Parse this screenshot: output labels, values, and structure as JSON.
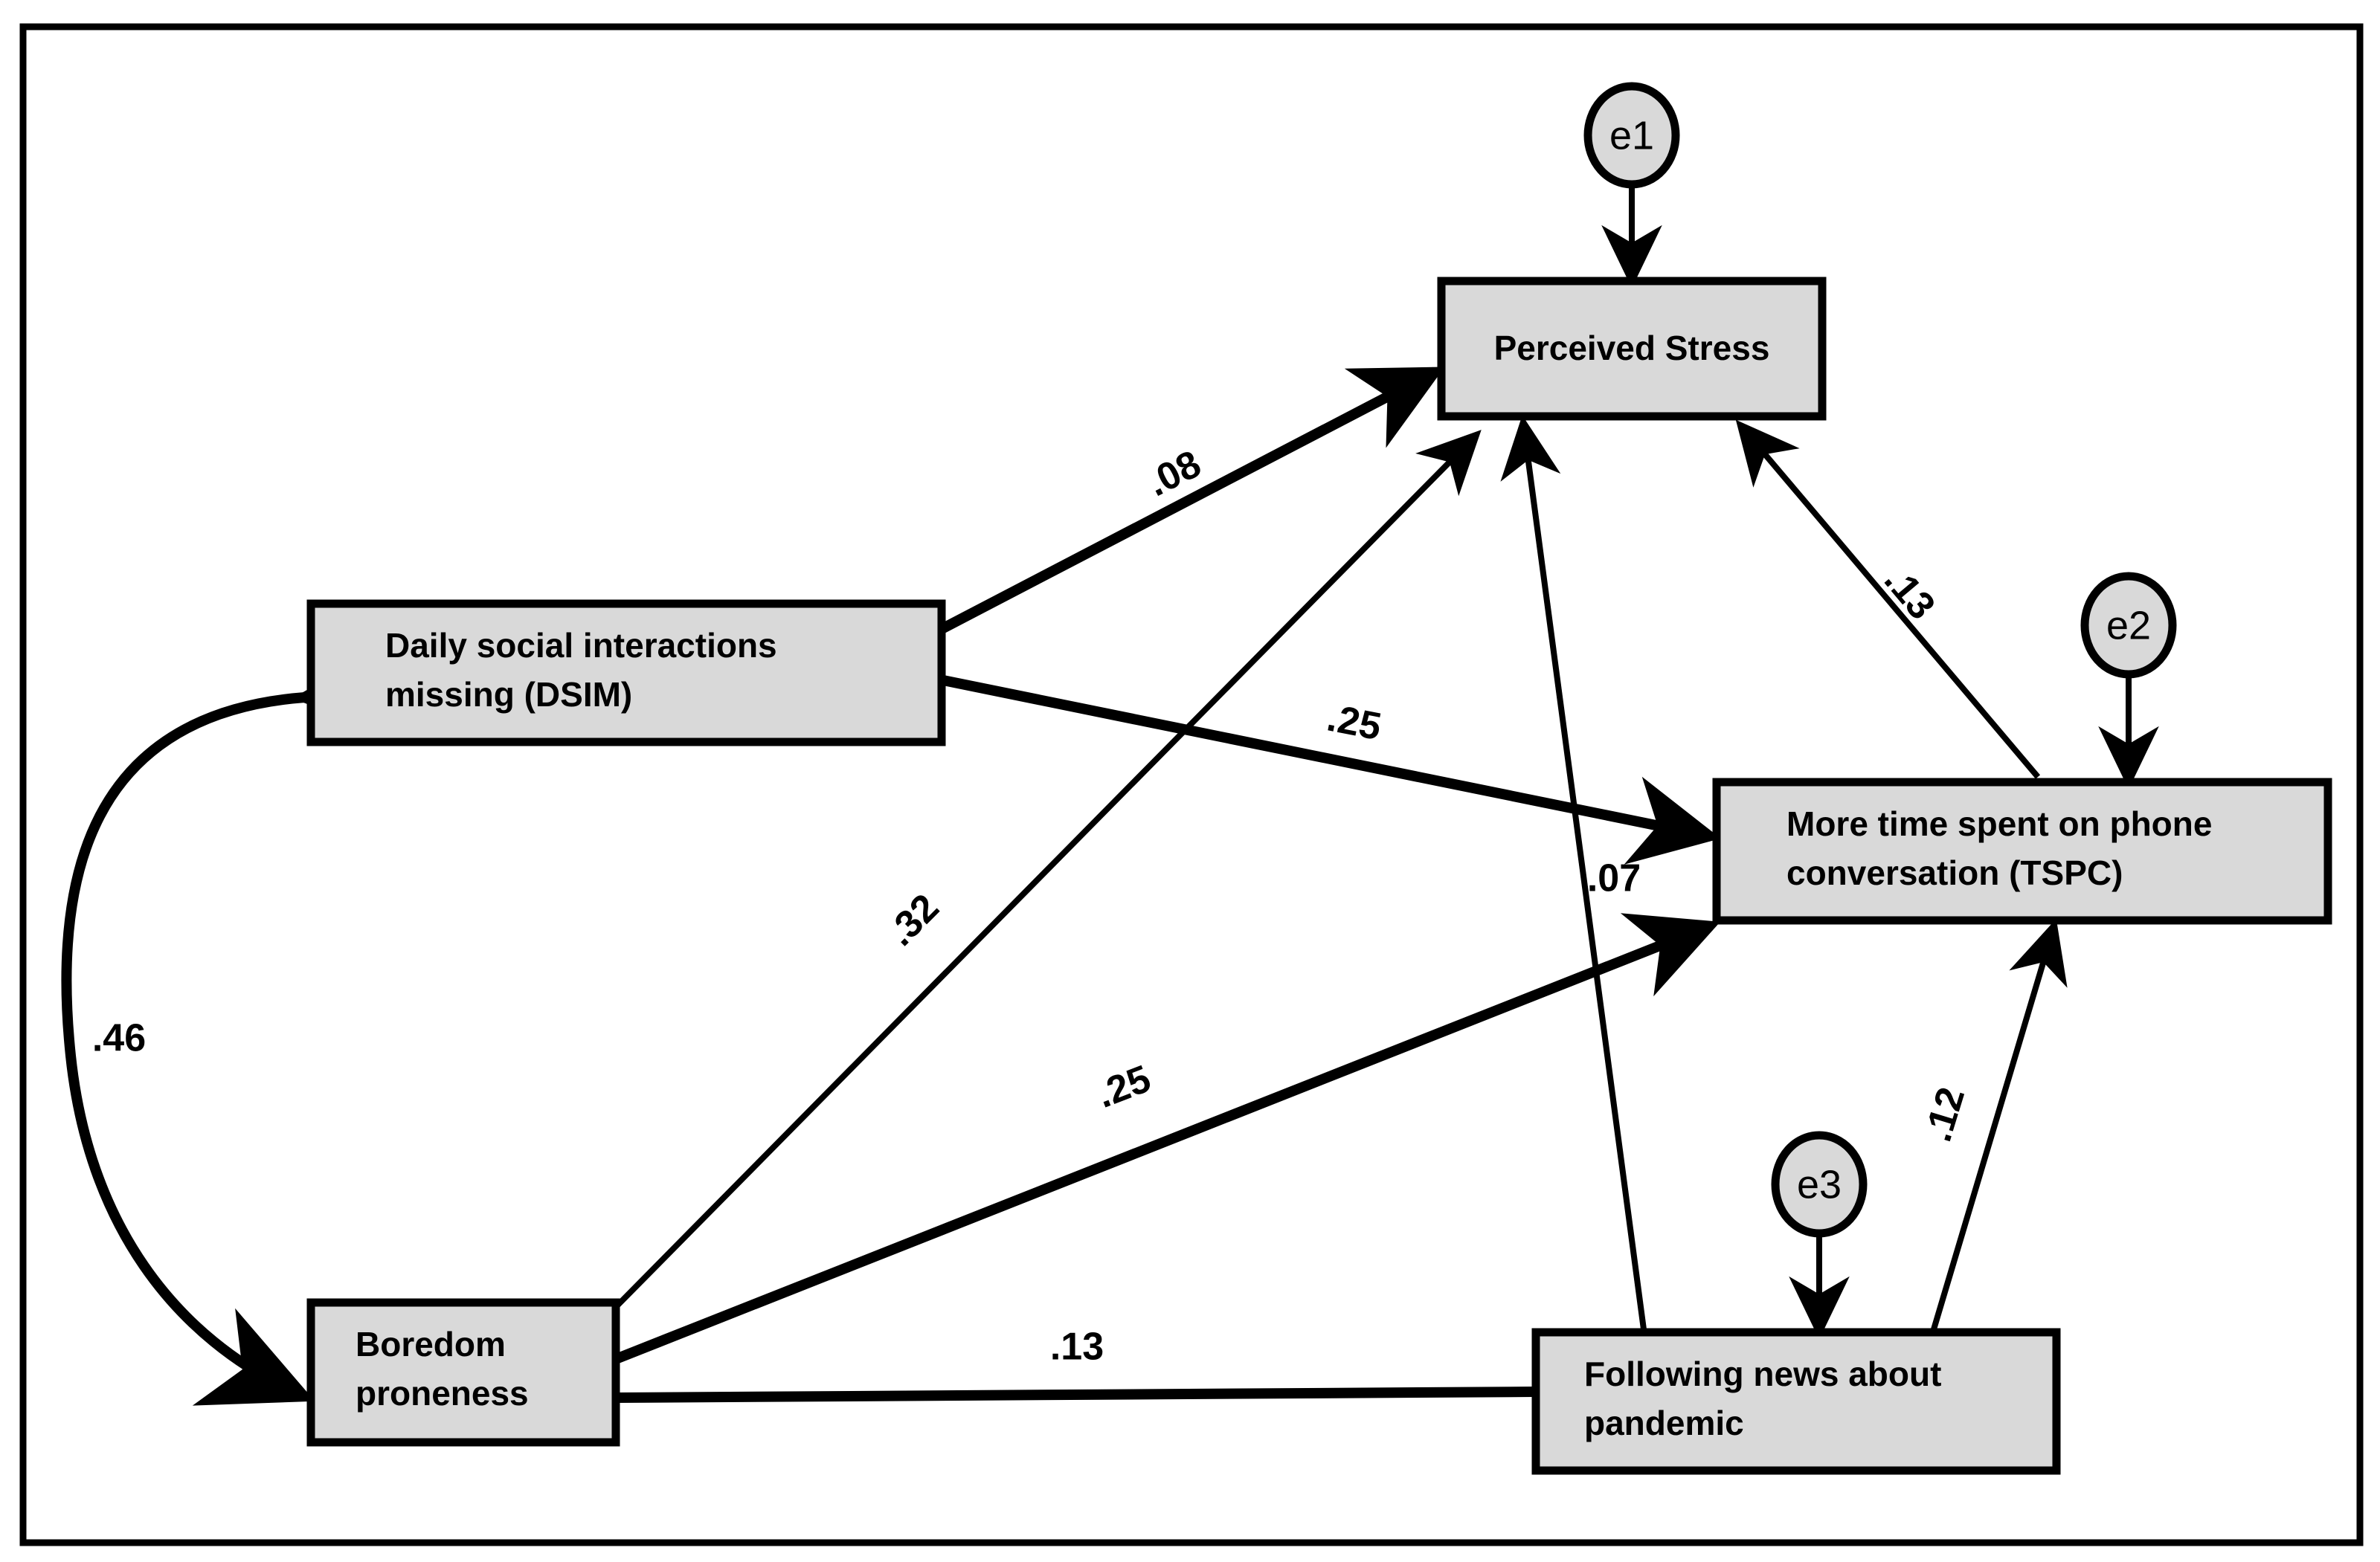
{
  "figure": {
    "type": "sem-path-diagram",
    "background_color": "#ffffff",
    "frame_color": "#000000",
    "node_fill_color": "#d9d9d9",
    "node_stroke_color": "#000000"
  },
  "nodes": {
    "perceived_stress": {
      "id": "PS",
      "label": "Perceived Stress",
      "shape": "rectangle"
    },
    "dsim": {
      "id": "DSIM",
      "label_line1": "Daily social interactions",
      "label_line2": "missing (DSIM)",
      "shape": "rectangle"
    },
    "tspc": {
      "id": "TSPC",
      "label_line1": "More time spent on phone",
      "label_line2": "conversation (TSPC)",
      "shape": "rectangle"
    },
    "boredom": {
      "id": "BP",
      "label_line1": "Boredom",
      "label_line2": "proneness",
      "shape": "rectangle"
    },
    "news": {
      "id": "FNP",
      "label_line1": "Following news about",
      "label_line2": "pandemic",
      "shape": "rectangle"
    }
  },
  "errors": {
    "e1": {
      "label": "e1",
      "target": "Perceived Stress"
    },
    "e2": {
      "label": "e2",
      "target": "More time spent on phone conversation (TSPC)"
    },
    "e3": {
      "label": "e3",
      "target": "Following news about pandemic"
    }
  },
  "chart_data": {
    "type": "diagram",
    "title": "",
    "paths": [
      {
        "from": "DSIM",
        "to": "Perceived Stress",
        "coefficient": ".08",
        "arrow": "single"
      },
      {
        "from": "DSIM",
        "to": "More time spent on phone conversation (TSPC)",
        "coefficient": ".25",
        "arrow": "single"
      },
      {
        "from": "Boredom proneness",
        "to": "Perceived Stress",
        "coefficient": ".32",
        "arrow": "single"
      },
      {
        "from": "Boredom proneness",
        "to": "More time spent on phone conversation (TSPC)",
        "coefficient": ".25",
        "arrow": "single"
      },
      {
        "from": "Boredom proneness",
        "to": "Following news about pandemic",
        "coefficient": ".13",
        "arrow": "none"
      },
      {
        "from": "Perceived Stress",
        "to": "More time spent on phone conversation (TSPC)",
        "coefficient": ".13",
        "arrow": "single"
      },
      {
        "from": "Following news about pandemic",
        "to": "Perceived Stress",
        "coefficient": ".07",
        "arrow": "single"
      },
      {
        "from": "Following news about pandemic",
        "to": "More time spent on phone conversation (TSPC)",
        "coefficient": ".12",
        "arrow": "single"
      },
      {
        "from": "DSIM",
        "to": "Boredom proneness",
        "coefficient": ".46",
        "arrow": "double",
        "style": "curved-covariance"
      },
      {
        "from": "e1",
        "to": "Perceived Stress",
        "coefficient": "",
        "arrow": "single"
      },
      {
        "from": "e2",
        "to": "More time spent on phone conversation (TSPC)",
        "coefficient": "",
        "arrow": "single"
      },
      {
        "from": "e3",
        "to": "Following news about pandemic",
        "coefficient": "",
        "arrow": "single"
      }
    ],
    "coefficient_labels": [
      ".08",
      ".25",
      ".32",
      ".25",
      ".13",
      ".13",
      ".07",
      ".12",
      ".46"
    ]
  },
  "coefficients": {
    "dsim_to_ps": ".08",
    "dsim_to_tspc": ".25",
    "boredom_to_ps": ".32",
    "boredom_to_tspc": ".25",
    "boredom_to_news": ".13",
    "ps_to_tspc": ".13",
    "news_to_ps": ".07",
    "news_to_tspc": ".12",
    "dsim_boredom_cov": ".46"
  }
}
